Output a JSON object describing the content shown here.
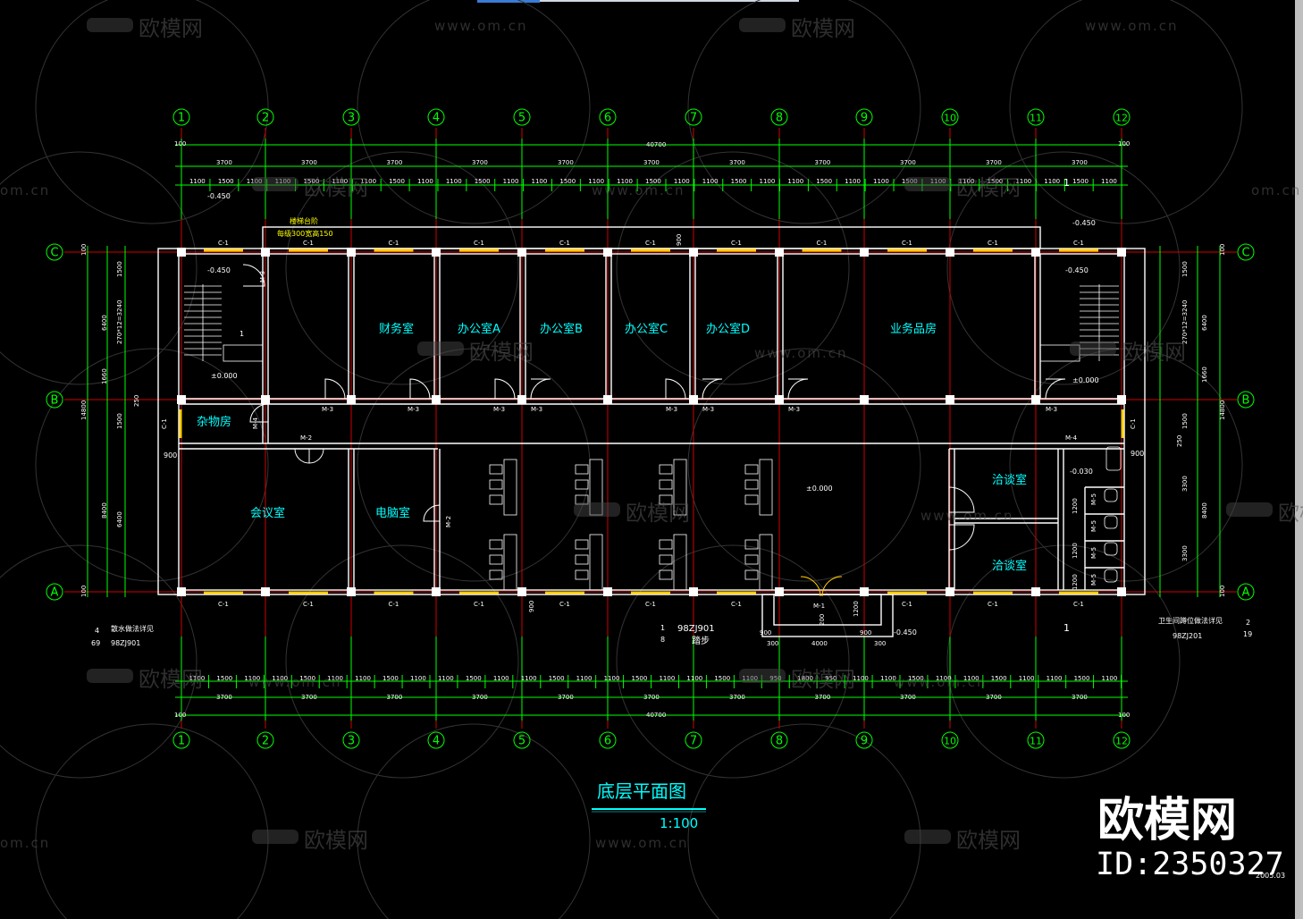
{
  "drawing": {
    "title": "底层平面图",
    "scale": "1:100",
    "date": "2005.03",
    "colors": {
      "background": "#000000",
      "axis": "#ff0000",
      "wall": "#ffffff",
      "dimension": "#00ff00",
      "text": "#00ffff",
      "window": "#ffff00",
      "door": "#ffff00"
    }
  },
  "axes": {
    "columns": [
      "1",
      "2",
      "3",
      "4",
      "5",
      "6",
      "7",
      "8",
      "9",
      "10",
      "11",
      "12"
    ],
    "rows": [
      "C",
      "B",
      "A"
    ]
  },
  "dimensions": {
    "overall_top": "40700",
    "overall_bottom": "40700",
    "offset": "100",
    "bays": [
      "3700",
      "3700",
      "3700",
      "3700",
      "3700",
      "3700",
      "3700",
      "3700",
      "3700",
      "3700",
      "3700"
    ],
    "window_segments_top": [
      "1100",
      "1500",
      "1100",
      "1100",
      "1500",
      "1100",
      "1100",
      "1500",
      "1100",
      "1100",
      "1500",
      "1100",
      "1100",
      "1500",
      "1100",
      "1100",
      "1500",
      "1100",
      "1100",
      "1500",
      "1100",
      "1100",
      "1500",
      "1100",
      "1100",
      "1500",
      "1100",
      "1100",
      "1500",
      "1100",
      "1100",
      "1500",
      "1100"
    ],
    "window_segments_bottom": [
      "1100",
      "1500",
      "1100",
      "1100",
      "1500",
      "1100",
      "1100",
      "1500",
      "1100",
      "1100",
      "1500",
      "1100",
      "1100",
      "1500",
      "1100",
      "1100",
      "1500",
      "1100",
      "1100",
      "1500",
      "1100",
      "950",
      "1800",
      "950",
      "1100",
      "1100",
      "1500",
      "1100",
      "1100",
      "1500",
      "1100",
      "1100",
      "1500",
      "1100"
    ],
    "left_depths": [
      "6400",
      "1660",
      "8400",
      "14800"
    ],
    "left_sub": [
      "1500",
      "270*12=3240",
      "1500",
      "250",
      "6400"
    ],
    "right_depths": [
      "6400",
      "1660",
      "8400",
      "14800"
    ],
    "right_sub": [
      "1500",
      "270*12=3240",
      "1500",
      "250",
      "3300",
      "3300",
      "1200",
      "1200",
      "1200"
    ],
    "entrance": [
      "900",
      "300",
      "4000",
      "300",
      "900",
      "200",
      "1200"
    ],
    "opening_900": "900"
  },
  "rooms": {
    "finance": "财务室",
    "office_a": "办公室A",
    "office_b": "办公室B",
    "office_c": "办公室C",
    "office_d": "办公室D",
    "business": "业务品房",
    "storage": "杂物房",
    "meeting": "会议室",
    "computer": "电脑室",
    "talk1": "洽谈室",
    "talk2": "洽谈室"
  },
  "labels": {
    "windows": [
      "C-1",
      "C-1",
      "C-1",
      "C-1",
      "C-1",
      "C-1",
      "C-1",
      "C-1",
      "C-1",
      "C-1",
      "C-1",
      "C-1",
      "C-1",
      "C-1",
      "C-1",
      "C-1",
      "C-1",
      "C-1",
      "C-1"
    ],
    "door_m3": "M-3",
    "door_m2": "M-2",
    "door_m4": "M-4",
    "door_m1": "M-1",
    "door_m5": "M-5",
    "elev_neg": "-0.450",
    "elev_zero": "±0.000",
    "elev_neg_030": "-0.030",
    "stair_note": "楼梯台阶",
    "stair_note2": "每级300宽高150",
    "scatter_note": "散水做法详见",
    "scatter_ref": "98ZJ901",
    "scatter_code": "69",
    "scatter_code2": "4",
    "step_ref": "98ZJ901",
    "step_label": "踏步",
    "step_code": "1",
    "step_code2": "8",
    "toilet_note": "卫生间蹲位做法详见",
    "toilet_ref": "98ZJ201",
    "toilet_code": "2",
    "toilet_code2": "19",
    "stair_up": "1"
  },
  "watermarks": {
    "brand": "欧模网",
    "url": "www.om.cn",
    "url_partial": "om.cn",
    "id": "ID:2350327"
  }
}
